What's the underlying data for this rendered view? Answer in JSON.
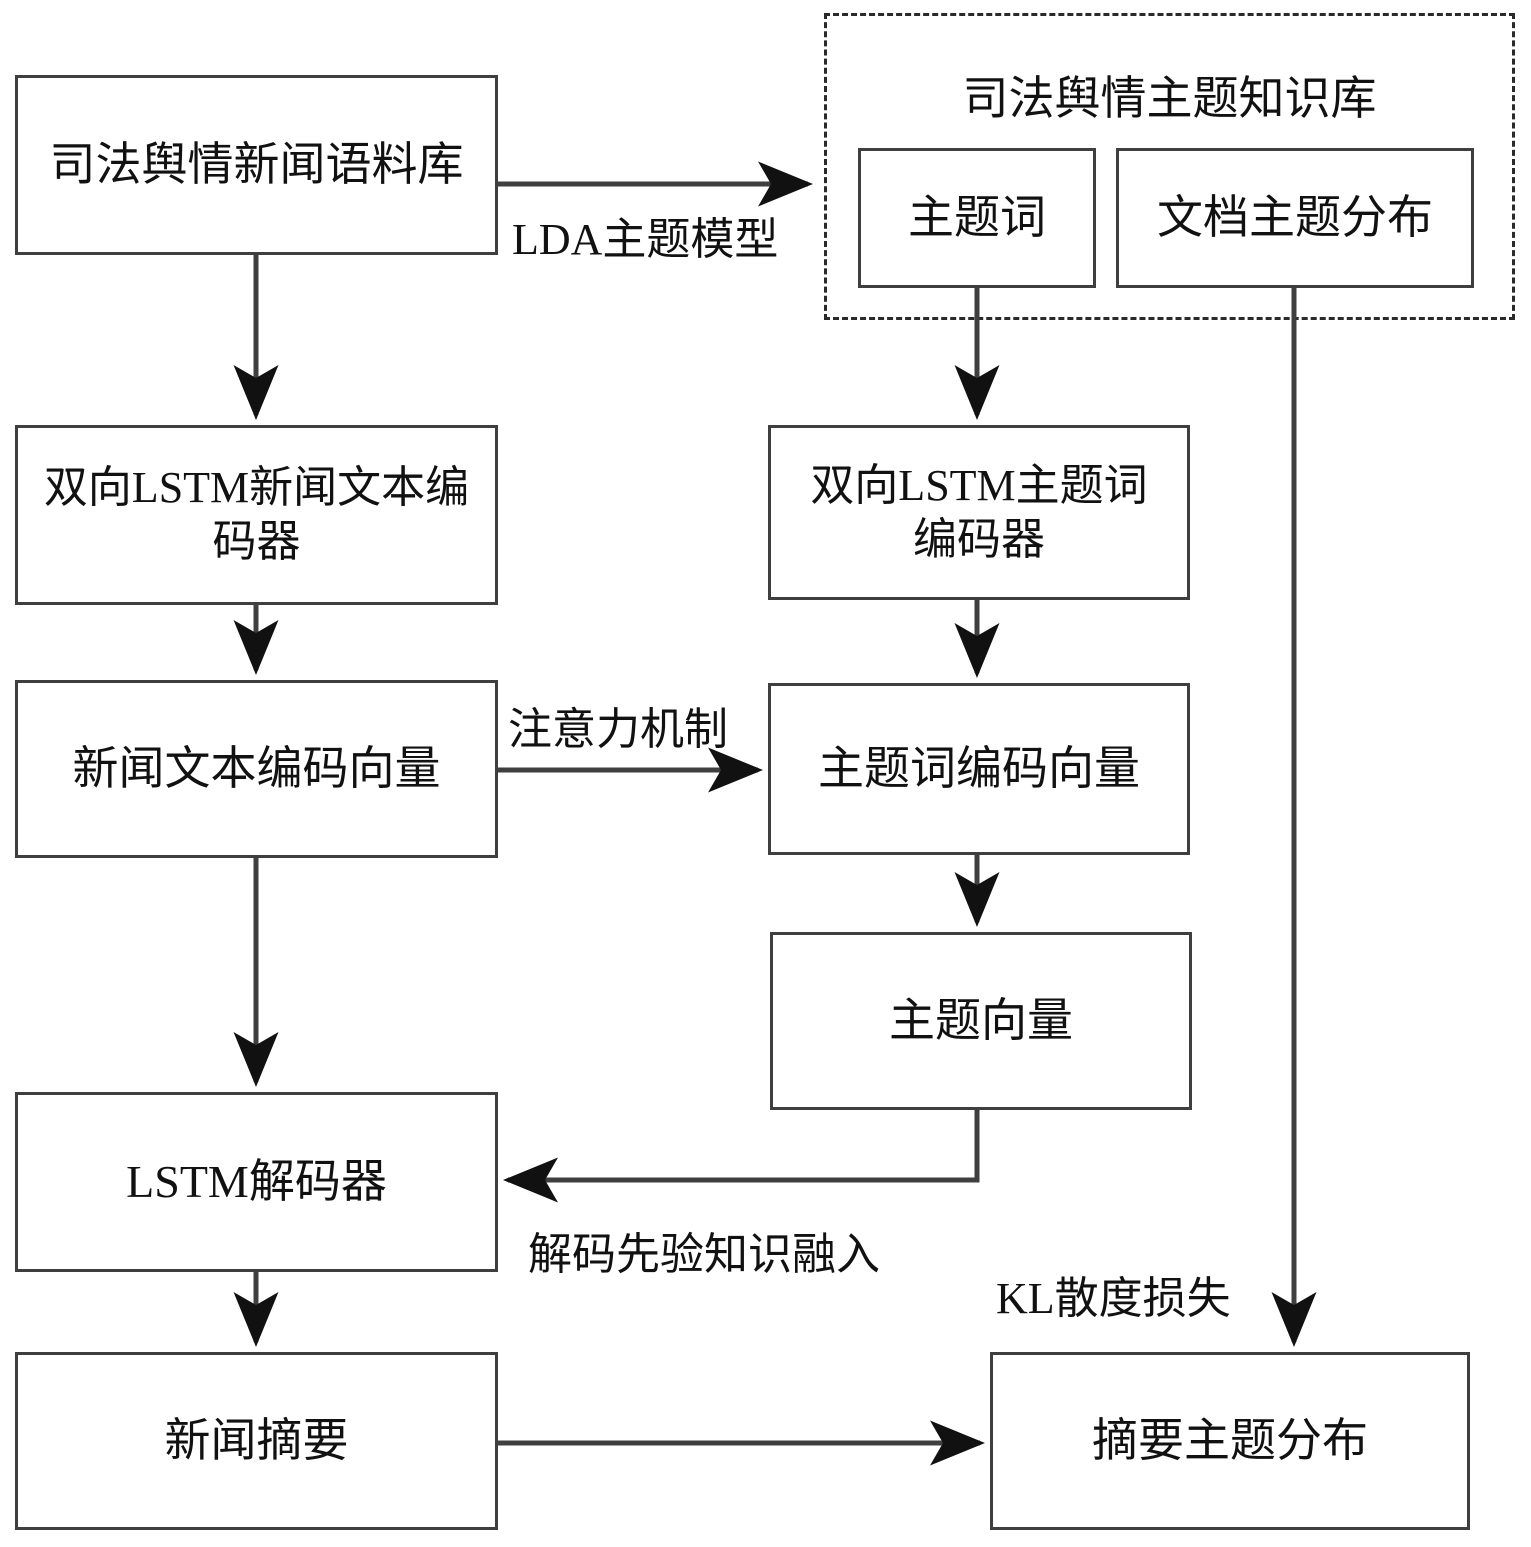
{
  "diagram": {
    "type": "flowchart",
    "title_text": "",
    "background_color": "#ffffff",
    "line_color": "#3f3f3f",
    "text_color": "#111111"
  },
  "nodes": {
    "news_corpus": {
      "label": "司法舆情新闻语料库"
    },
    "topic_words": {
      "label": "主题词"
    },
    "doc_topic_dist": {
      "label": "文档主题分布"
    },
    "bilstm_text_encoder": {
      "label": "双向LSTM新闻文本编\n码器"
    },
    "bilstm_topic_encoder": {
      "label": "双向LSTM主题词\n编码器"
    },
    "news_text_vector": {
      "label": "新闻文本编码向量"
    },
    "topic_word_vector": {
      "label": "主题词编码向量"
    },
    "topic_vector": {
      "label": "主题向量"
    },
    "lstm_decoder": {
      "label": "LSTM解码器"
    },
    "news_summary": {
      "label": "新闻摘要"
    },
    "summary_topic_dist": {
      "label": "摘要主题分布"
    }
  },
  "groups": {
    "knowledge_base": {
      "title": "司法舆情主题知识库"
    }
  },
  "edge_labels": {
    "lda_topic_model": "LDA主题模型",
    "attention_mechanism": "注意力机制",
    "decode_prior_knowledge": "解码先验知识融入",
    "kl_divergence_loss": "KL散度损失"
  }
}
